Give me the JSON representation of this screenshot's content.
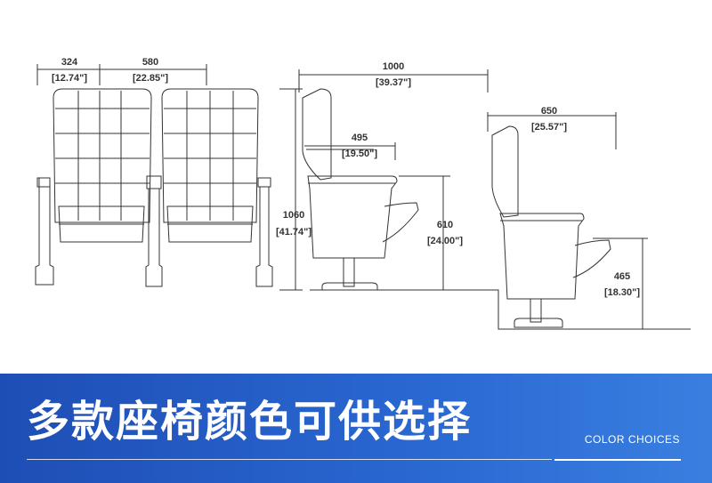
{
  "dimensions": {
    "front_seat_width": {
      "mm": "324",
      "inch": "[12.74\"]"
    },
    "front_pair_width": {
      "mm": "580",
      "inch": "[22.85\"]"
    },
    "overall_height": {
      "mm": "1060",
      "inch": "[41.74\"]"
    },
    "unfolded_depth": {
      "mm": "1000",
      "inch": "[39.37\"]"
    },
    "folded_depth": {
      "mm": "495",
      "inch": "[19.50\"]"
    },
    "armrest_height": {
      "mm": "610",
      "inch": "[24.00\"]"
    },
    "stepped_depth": {
      "mm": "650",
      "inch": "[25.57\"]"
    },
    "step_height": {
      "mm": "465",
      "inch": "[18.30\"]"
    }
  },
  "banner": {
    "title": "多款座椅颜色可供选择",
    "subtitle": "COLOR CHOICES"
  },
  "colors": {
    "line": "#333333",
    "band_start": "#1e4eb5",
    "band_end": "#3a7fe0",
    "text_light": "#ffffff"
  }
}
